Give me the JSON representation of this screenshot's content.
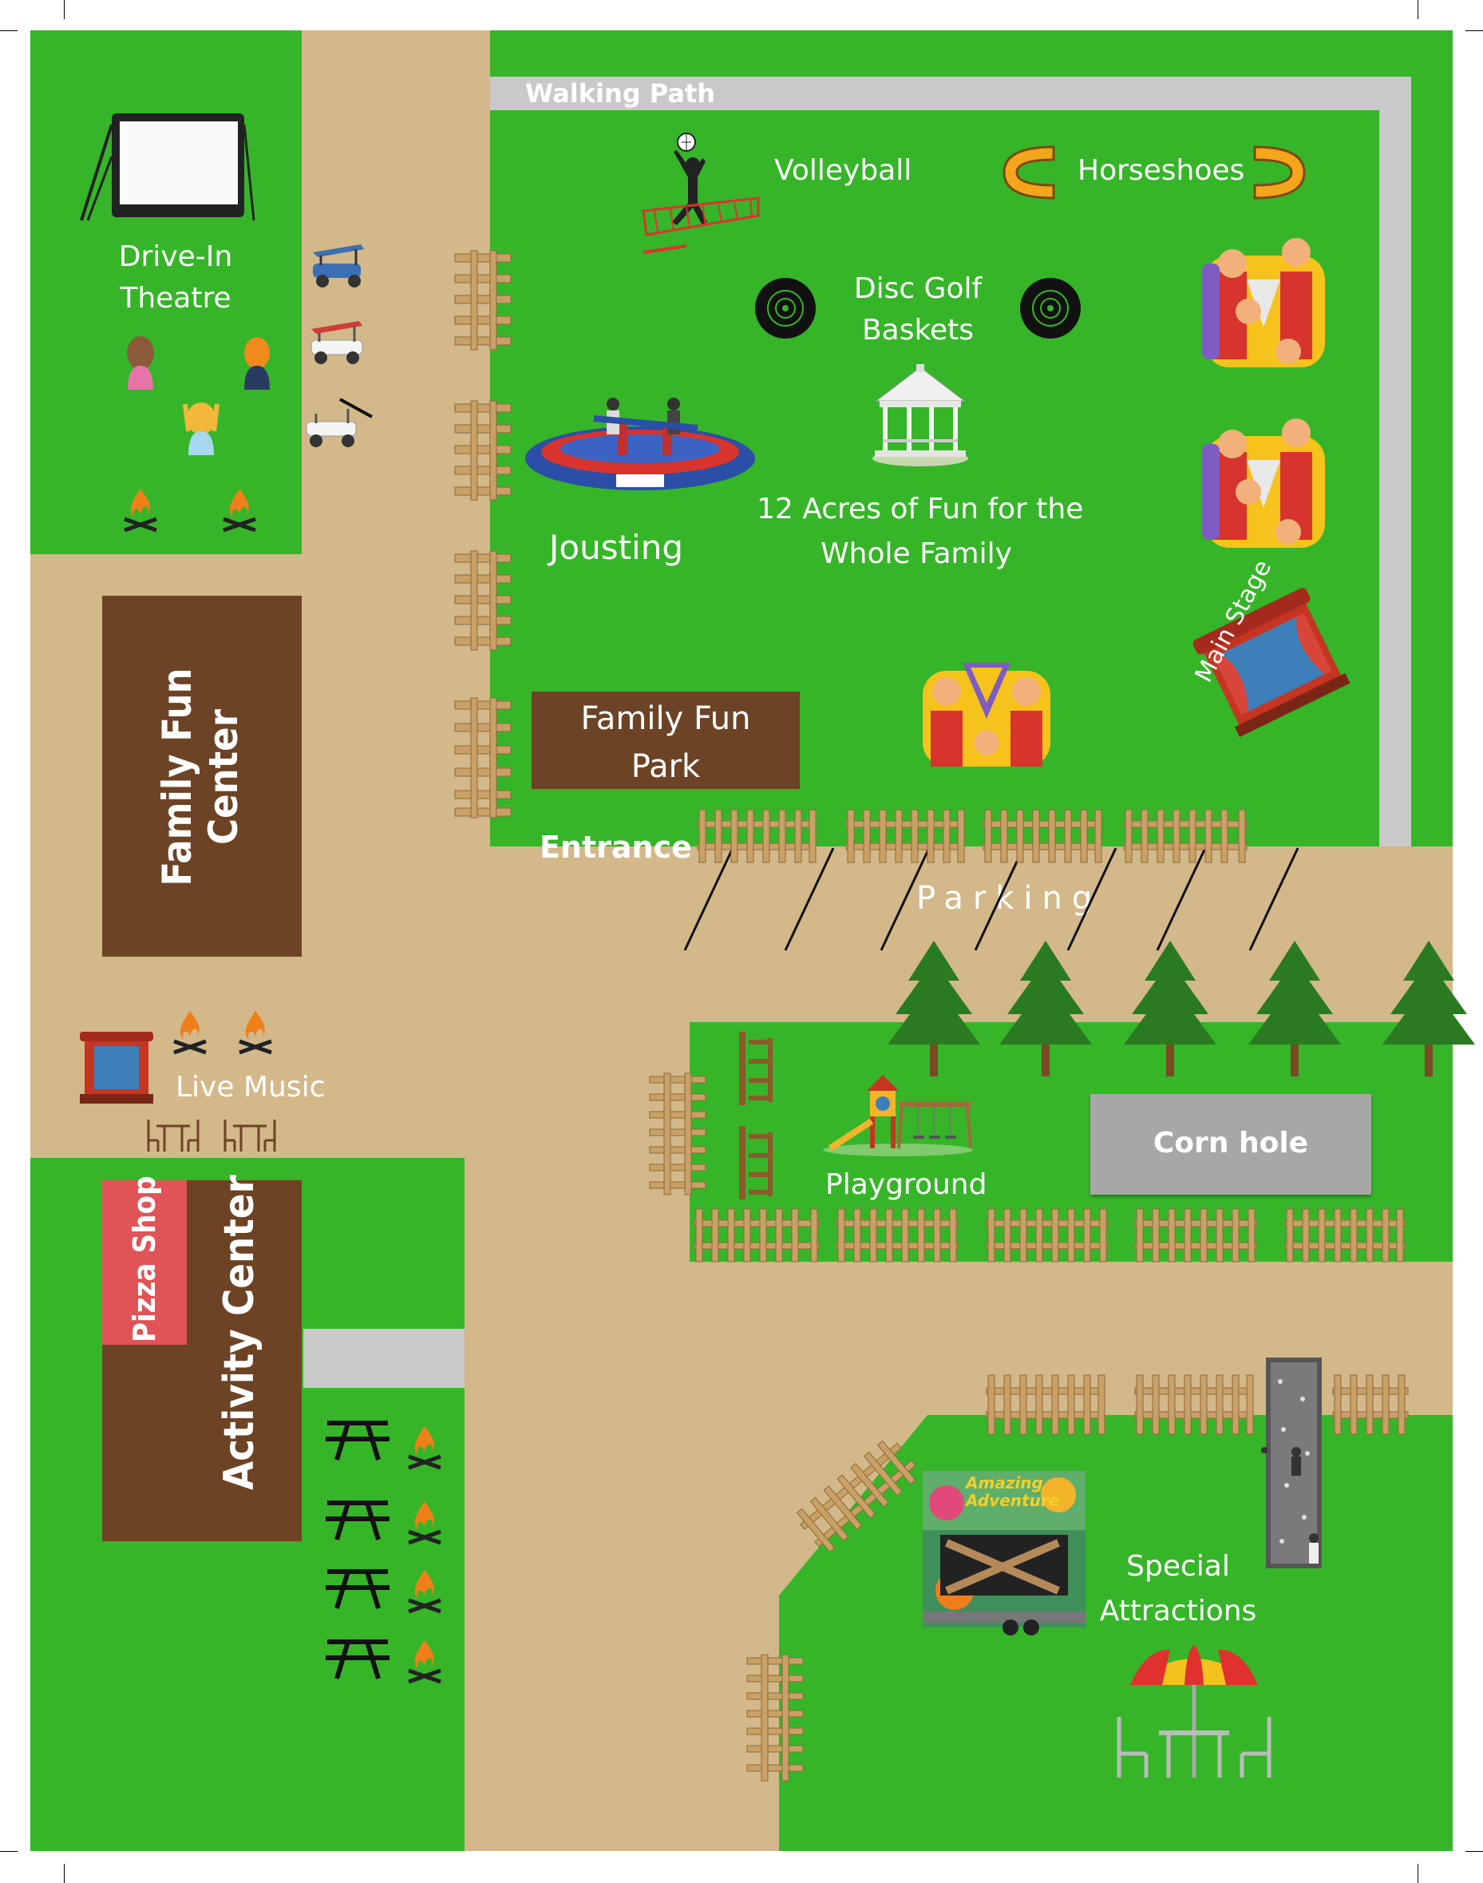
{
  "labels": {
    "walking_path": "Walking Path",
    "volleyball": "Volleyball",
    "horseshoes": "Horseshoes",
    "disc_golf": "Disc Golf\nBaskets",
    "jousting": "Jousting",
    "tagline": "12 Acres of Fun for the\nWhole Family",
    "main_stage": "Main Stage",
    "family_fun_park": "Family Fun\nPark",
    "entrance": "Entrance",
    "parking": "Parking",
    "drive_in": "Drive-In\nTheatre",
    "family_fun_center": "Family Fun\nCenter",
    "live_music": "Live Music",
    "playground": "Playground",
    "corn_hole": "Corn hole",
    "pizza_shop": "Pizza Shop",
    "activity_center": "Activity Center",
    "special_attractions": "Special\nAttractions",
    "trailer_sign": "Amazing\nAdventure"
  },
  "icons": [
    "movie-screen-icon",
    "golf-cart-icon",
    "person-icon",
    "campfire-icon",
    "volleyball-icon",
    "horseshoe-icon",
    "disc-golf-basket-icon",
    "jousting-inflatable-icon",
    "gazebo-icon",
    "bounce-house-icon",
    "stage-icon",
    "fence-icon",
    "pine-tree-icon",
    "bench-icon",
    "playground-icon",
    "picnic-table-icon",
    "cafe-table-icon",
    "climbing-wall-icon",
    "trailer-icon",
    "umbrella-table-icon"
  ],
  "colors": {
    "grass": "#36b529",
    "path": "#d3b88a",
    "building": "#6d4325",
    "walkway": "#c9c9c9",
    "pizza_shop": "#e05357",
    "text": "#ffffff"
  }
}
